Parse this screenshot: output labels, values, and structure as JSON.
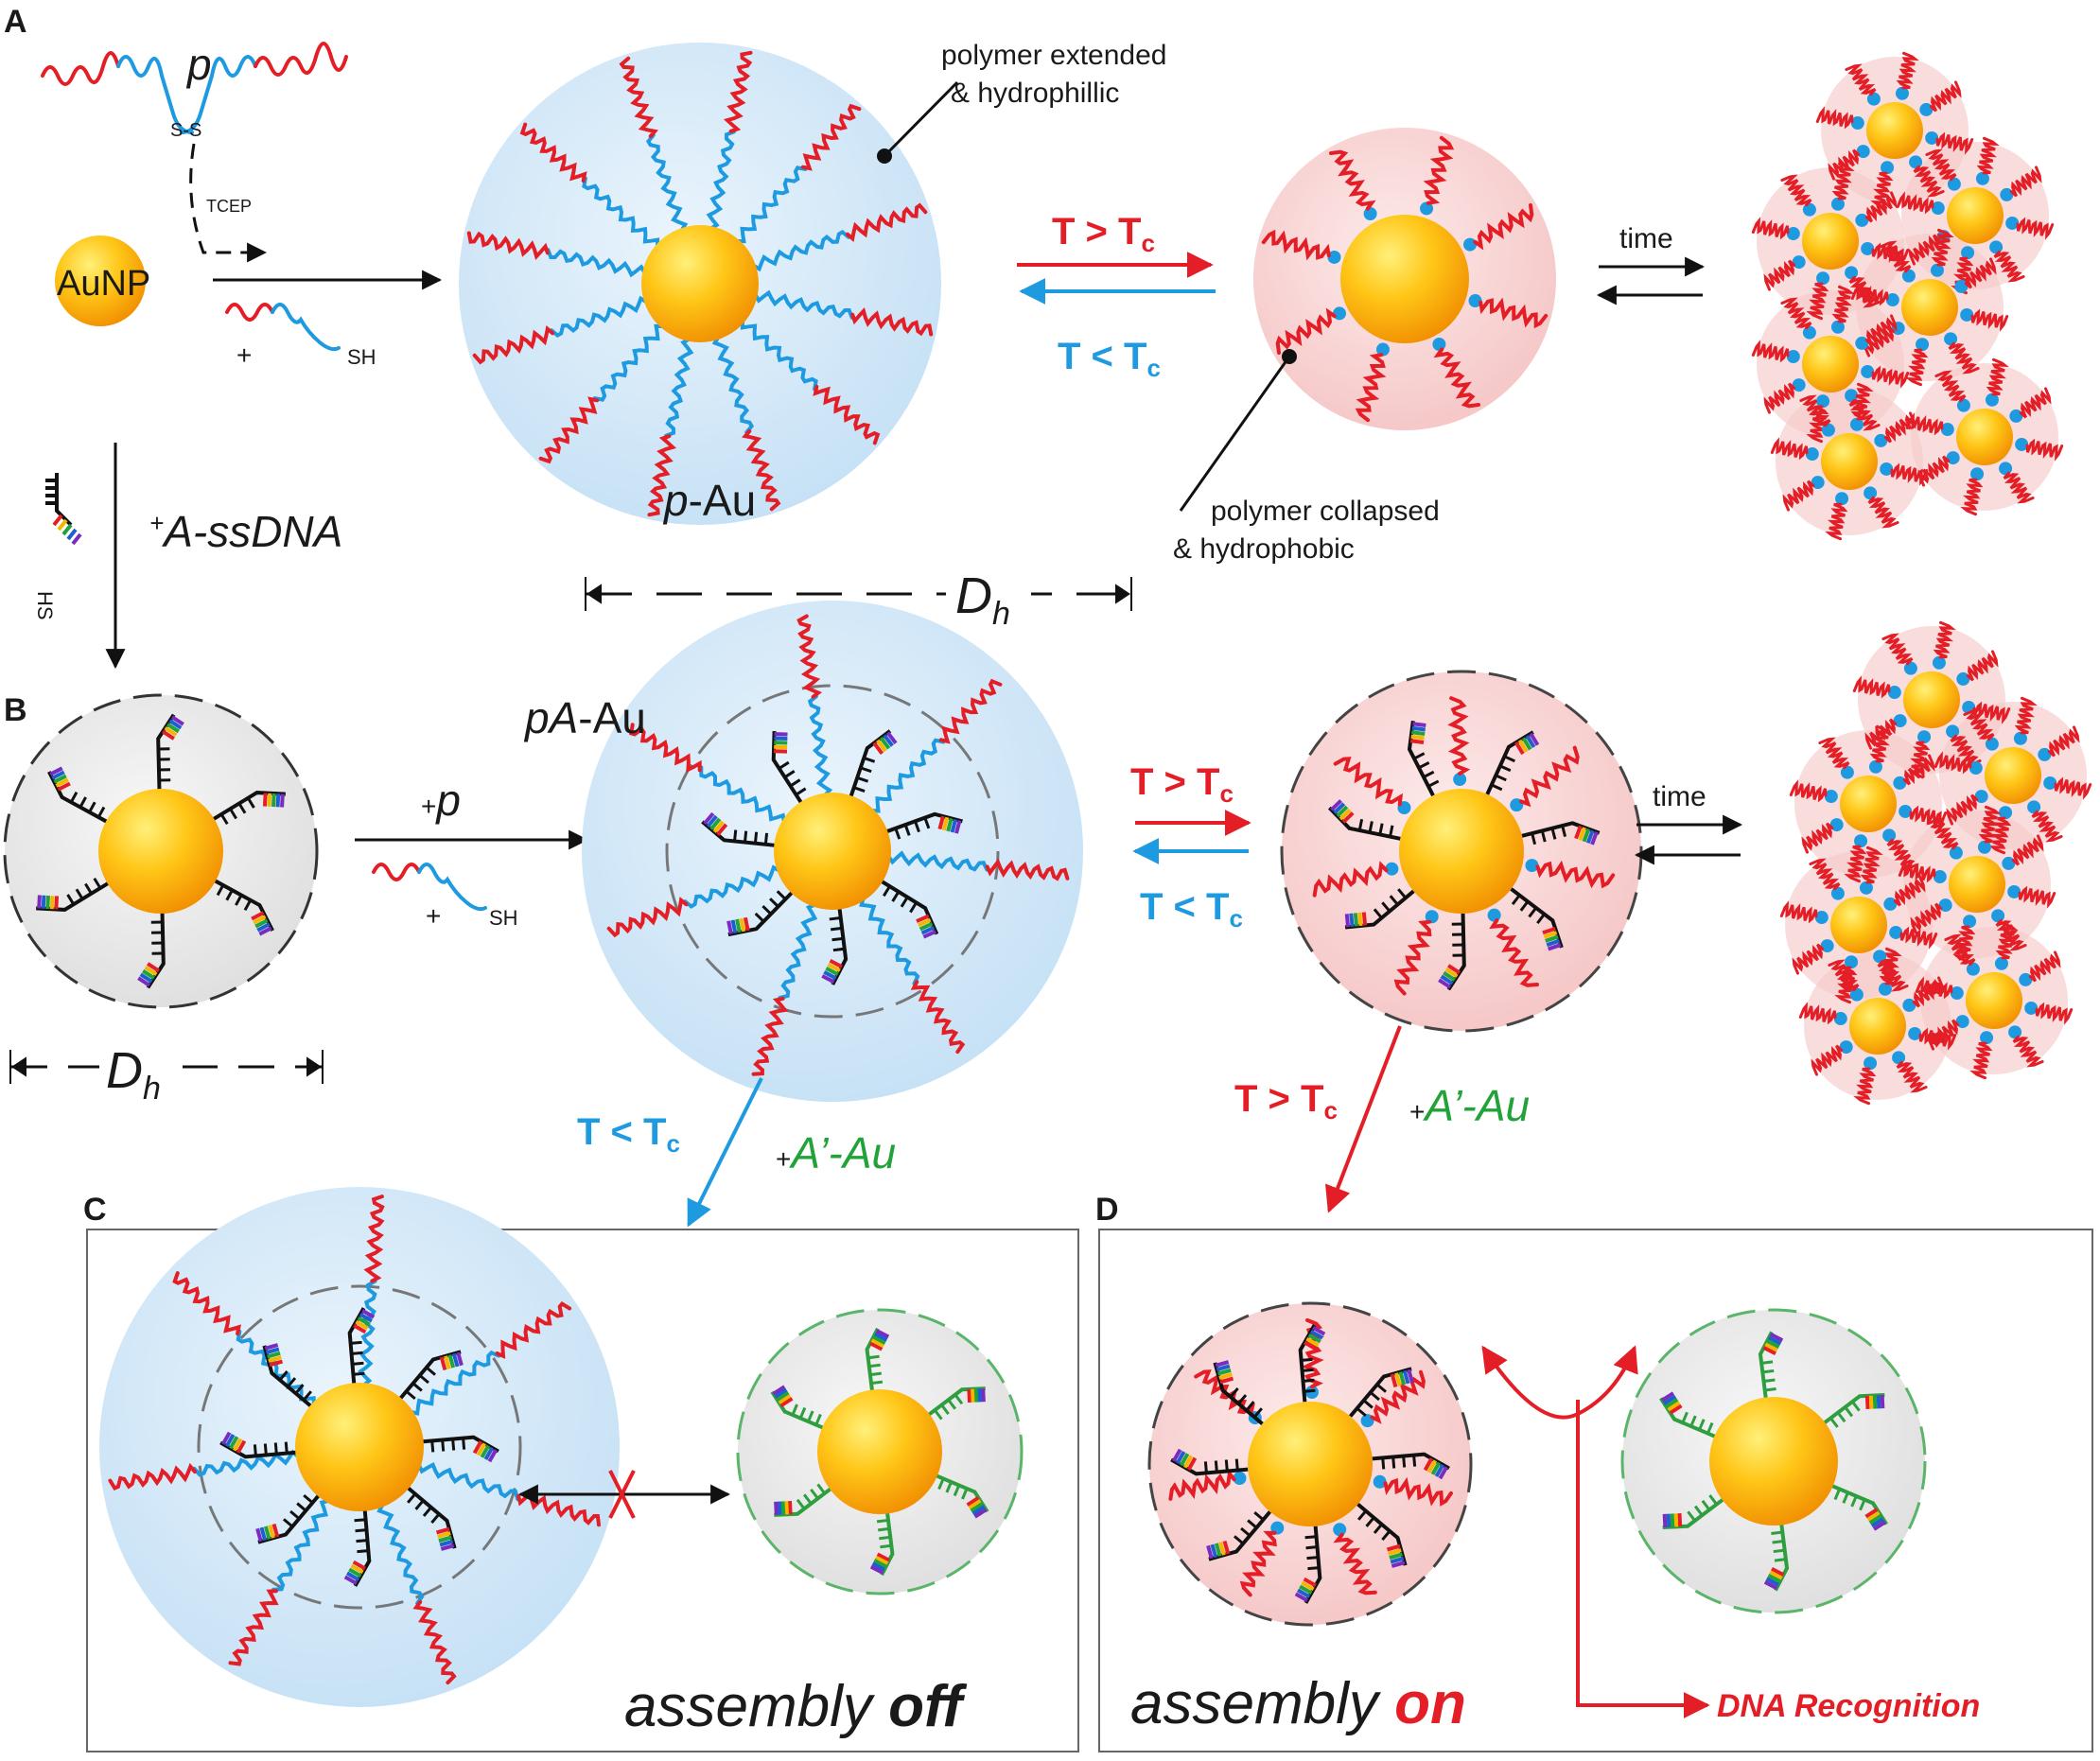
{
  "panels": {
    "A": "A",
    "B": "B",
    "C": "C",
    "D": "D"
  },
  "labels": {
    "p": "p",
    "disulfide": "S-S",
    "tcep": "TCEP",
    "aunp": "AuNP",
    "plus": "+",
    "sh": "SH",
    "hs": "HS",
    "extended_line1": "polymer extended",
    "extended_line2": "& hydrophillic",
    "collapsed_line1": "polymer collapsed",
    "collapsed_line2": "& hydrophobic",
    "t_gt": "T > T",
    "t_lt": "T < T",
    "t_sub": "c",
    "time": "time",
    "p_italic": "p",
    "au_suffix": "-Au",
    "pa_italic": "pA",
    "a_ssdna_plus": "+",
    "a_ssdna": "A-ssDNA",
    "dh_d": "D",
    "dh_h": "h",
    "a_prime": "A’-Au",
    "assembly": "assembly ",
    "off": "off",
    "on": "on",
    "dna_recognition": "DNA Recognition"
  },
  "colors": {
    "polymer_red": "#e41e26",
    "polymer_blue": "#1e9ae0",
    "dna_black": "#111111",
    "dna_green": "#2e9e3e",
    "gold": "#f7b500",
    "shell_blue": "#cfe6f7",
    "shell_pink": "#f8d3d3",
    "shell_grey": "#e6e6e6"
  }
}
